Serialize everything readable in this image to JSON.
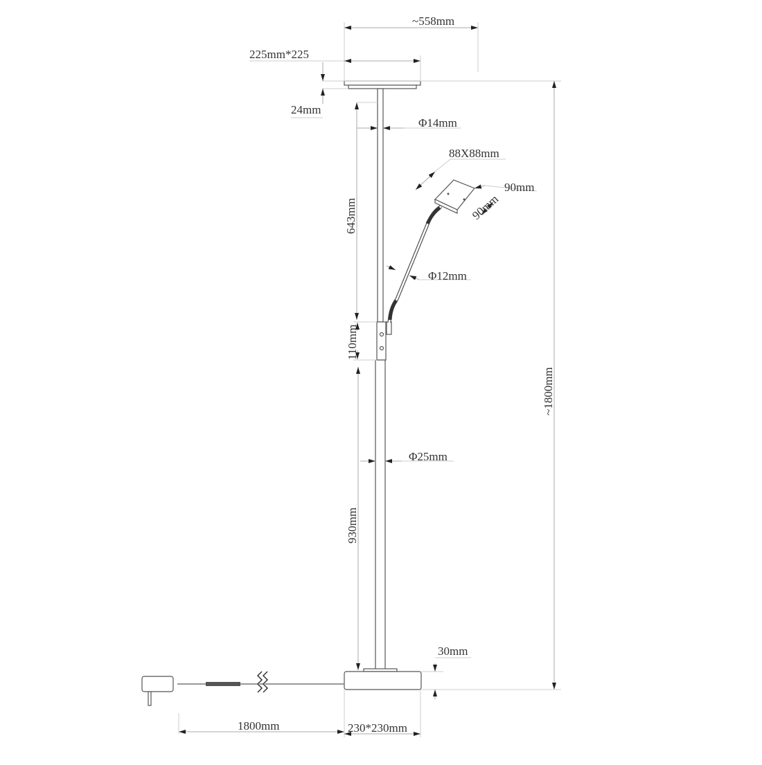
{
  "title": "Floor lamp dimension drawing",
  "labels": {
    "total_width": "~558mm",
    "head_size": "225mm*225",
    "head_height": "24mm",
    "upper_pole_diameter": "Φ14mm",
    "reading_head_size": "88X88mm",
    "reading_head_width": "90mm",
    "reading_head_depth": "90mm",
    "upper_pole_length": "643mm",
    "arm_diameter": "Φ12mm",
    "joint_length": "110mm",
    "lower_pole_diameter": "Φ25mm",
    "lower_pole_length": "930mm",
    "total_height": "~1800mm",
    "base_height": "30mm",
    "cable_length": "1800mm",
    "base_size": "230*230mm"
  }
}
